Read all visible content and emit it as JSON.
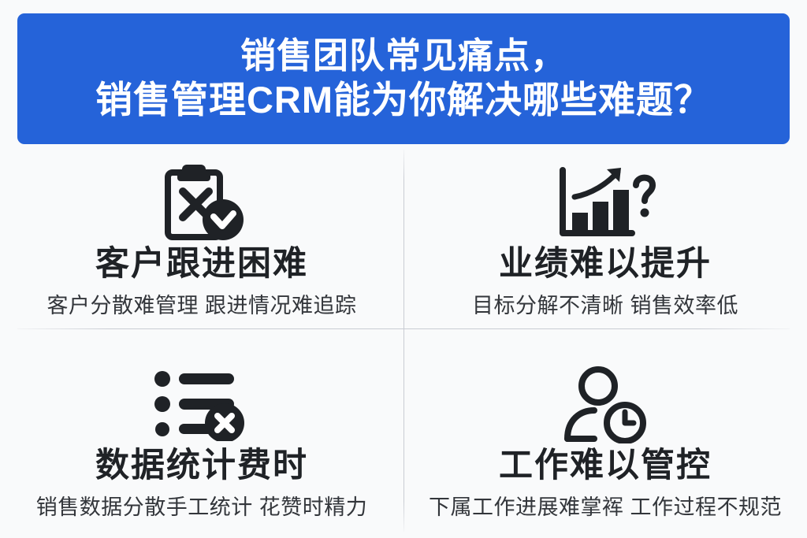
{
  "header": {
    "line1": "销售团队常见痛点，",
    "line2": "销售管理CRM能为你解决哪些难题？",
    "background_color": "#2563d9",
    "text_color": "#ffffff"
  },
  "theme": {
    "page_background": "#f9fafb",
    "title_color": "#1f2226",
    "subtitle_color": "#33363b",
    "divider_color": "#c9ccd3",
    "icon_color": "#1f2226"
  },
  "cells": [
    {
      "icon": "clipboard-x-check-icon",
      "title": "客户跟进困难",
      "subtitle": "客户分散难管理 跟进情况难追踪"
    },
    {
      "icon": "bar-chart-arrow-question-icon",
      "title": "业绩难以提升",
      "subtitle": "目标分解不清晰  销售效率低"
    },
    {
      "icon": "list-x-icon",
      "title": "数据统计费时",
      "subtitle": "销售数据分散手工统计 花赞时精力"
    },
    {
      "icon": "person-clock-icon",
      "title": "工作难以管控",
      "subtitle": "下属工作进展难掌裈 工作过程不规范"
    }
  ]
}
